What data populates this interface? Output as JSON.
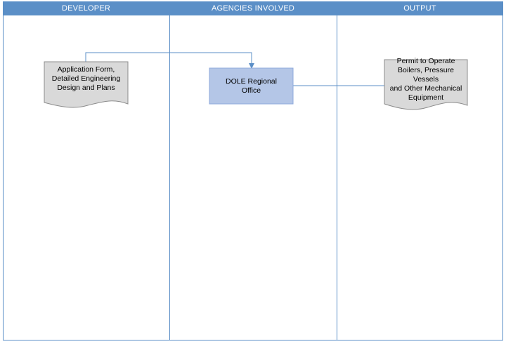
{
  "lanes": [
    {
      "label": "DEVELOPER"
    },
    {
      "label": "AGENCIES INVOLVED"
    },
    {
      "label": "OUTPUT"
    }
  ],
  "nodes": {
    "application_form": {
      "label": "Application Form,\nDetailed Engineering\nDesign and Plans",
      "shape": "document"
    },
    "dole_regional_office": {
      "label": "DOLE Regional\nOffice",
      "shape": "process"
    },
    "permit": {
      "label": "Permit to Operate\nBoilers, Pressure Vessels\nand Other Mechanical\nEquipment",
      "shape": "document"
    }
  },
  "edges": [
    {
      "from": "application_form",
      "to": "dole_regional_office",
      "arrow": true
    },
    {
      "from": "dole_regional_office",
      "to": "permit",
      "arrow": false
    }
  ],
  "colors": {
    "lane_header": "#5b8fc7",
    "lane_border": "#5b8fc7",
    "document_fill": "#d9d9d9",
    "document_stroke": "#8c8c8c",
    "process_fill": "#b4c6e7",
    "process_stroke": "#8eaadb",
    "connector": "#5b8fc7"
  }
}
